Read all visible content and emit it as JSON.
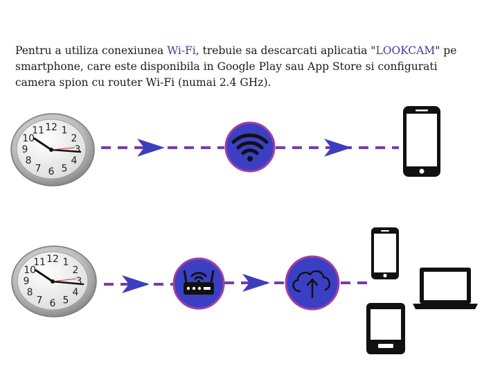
{
  "intro": {
    "part1": "Pentru a utiliza conexiunea ",
    "wifi": "Wi-Fi",
    "part2": ", trebuie sa descarcati aplicatia \"",
    "app": "LOOKCAM",
    "part3": "\" pe smartphone, care este disponibila in Google Play sau App Store si configurati camera spion cu router Wi-Fi (numai 2.4 GHz)."
  },
  "colors": {
    "highlight": "#3a3f9a",
    "dash": "#7c3aa8",
    "arrow": "#3b3fbe",
    "circle_fill": "#3b3fc4",
    "circle_ring": "#a1419f",
    "device": "#111111"
  },
  "clock": {
    "numbers": [
      "12",
      "1",
      "2",
      "3",
      "4",
      "5",
      "6",
      "7",
      "8",
      "9",
      "10",
      "11"
    ]
  },
  "icons": {
    "row1": [
      "clock-camera-icon",
      "wifi-icon",
      "smartphone-icon"
    ],
    "row2": [
      "clock-camera-icon",
      "router-icon",
      "cloud-upload-icon",
      "smartphone-icon",
      "laptop-icon",
      "tablet-icon"
    ]
  }
}
